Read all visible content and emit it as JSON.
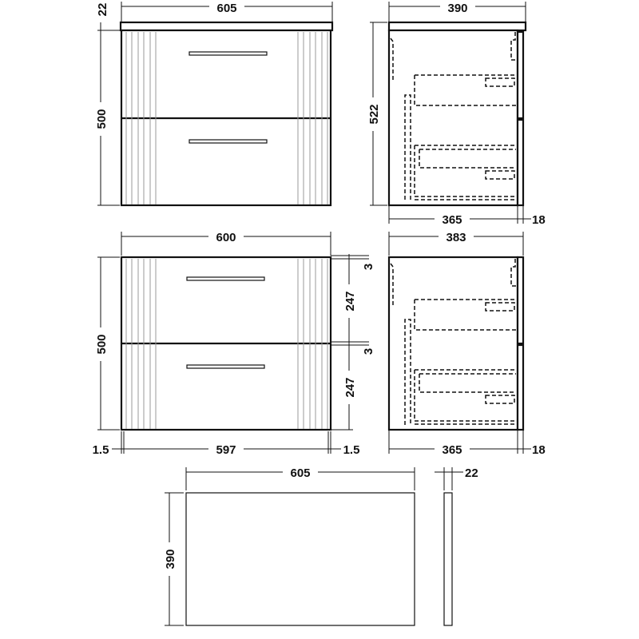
{
  "views": {
    "front_with_top": {
      "width": "605",
      "top_thickness": "22",
      "height": "500"
    },
    "side_with_top": {
      "depth": "390",
      "height": "522",
      "carcass_depth": "365",
      "front_thickness": "18"
    },
    "front_unit": {
      "width": "600",
      "height": "500",
      "gap_top": "3",
      "drawer_top": "247",
      "gap_middle": "3",
      "drawer_bottom": "247",
      "inner_width": "597",
      "side_left": "1.5",
      "side_right": "1.5"
    },
    "side_unit": {
      "depth": "383",
      "carcass_depth": "365",
      "front_thickness": "18"
    },
    "worktop": {
      "width": "605",
      "depth": "390",
      "thickness": "22"
    }
  },
  "colors": {
    "line": "#111111",
    "flute": "#999999"
  }
}
